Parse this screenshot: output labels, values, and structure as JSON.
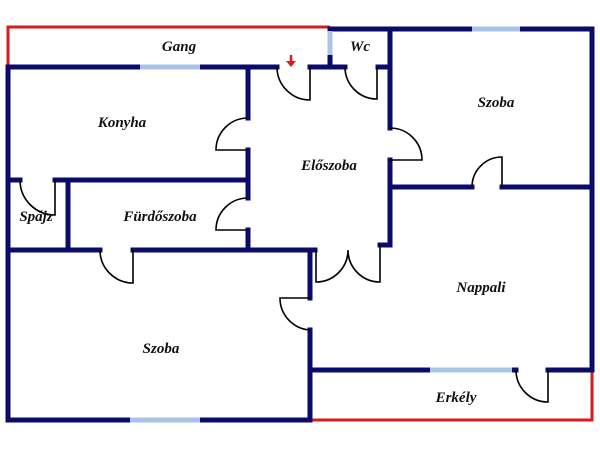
{
  "title": "Floor plan",
  "rooms": [
    {
      "id": "gang",
      "label": "Gang"
    },
    {
      "id": "wc",
      "label": "Wc"
    },
    {
      "id": "konyha",
      "label": "Konyha"
    },
    {
      "id": "szoba-top",
      "label": "Szoba"
    },
    {
      "id": "eloszoba",
      "label": "Előszoba"
    },
    {
      "id": "spajz",
      "label": "Spájz"
    },
    {
      "id": "furdoszoba",
      "label": "Fürdőszoba"
    },
    {
      "id": "nappali",
      "label": "Nappali"
    },
    {
      "id": "szoba-bottom",
      "label": "Szoba"
    },
    {
      "id": "erkely",
      "label": "Erkély"
    }
  ],
  "colors": {
    "wall": "#0b0b6b",
    "exterior": "#d81b1b",
    "window": "#a9c4e8",
    "door": "#000000",
    "entrance_arrow": "#d81b1b"
  },
  "entrance_marker": "arrow-down"
}
